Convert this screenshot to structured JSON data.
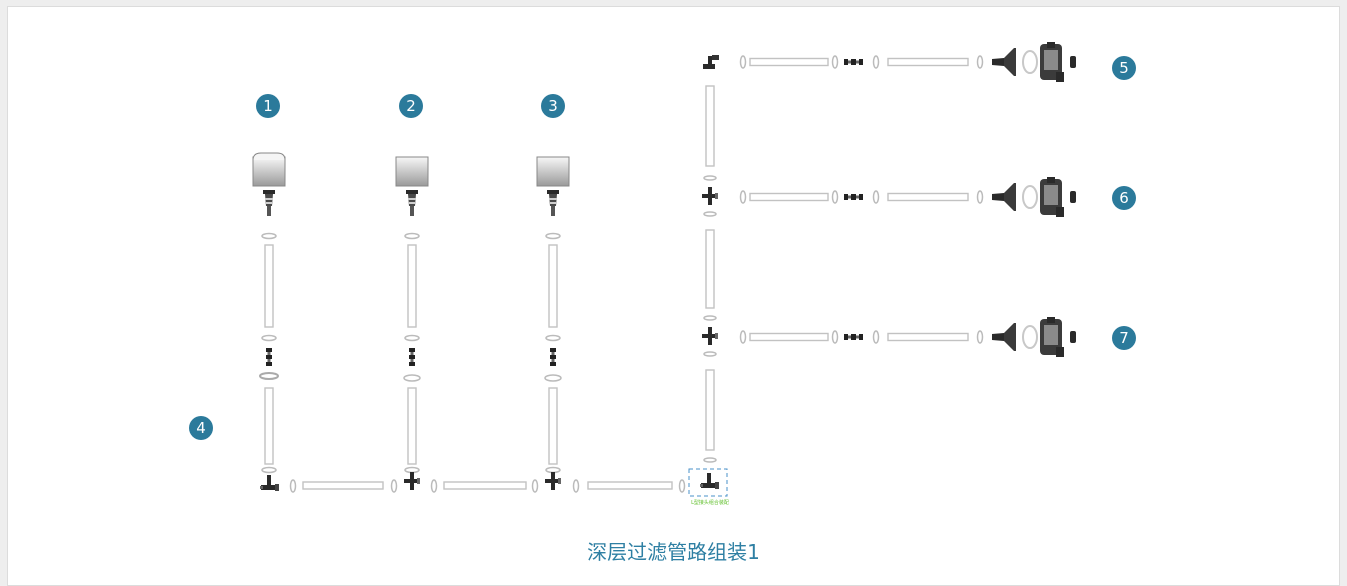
{
  "diagram": {
    "title": "深层过滤管路组装1",
    "badges": [
      "1",
      "2",
      "3",
      "4",
      "5",
      "6",
      "7"
    ],
    "small_label": "L型接头组合装配",
    "colors": {
      "badge": "#2b7a9b",
      "title": "#2e7fa3",
      "highlight": "#5fbf2a",
      "dashed_box": "#4a90c8"
    }
  }
}
